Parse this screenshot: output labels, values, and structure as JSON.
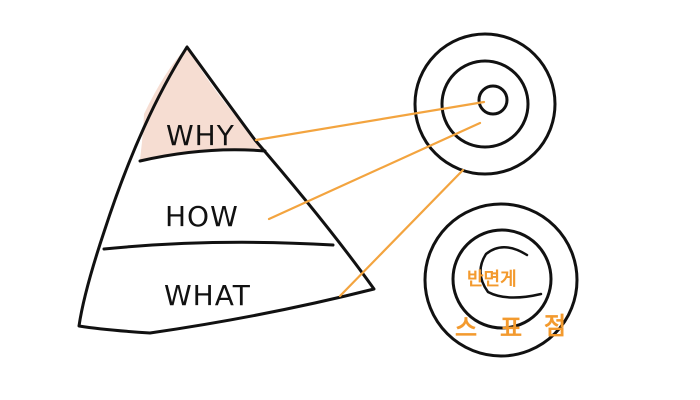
{
  "diagram": {
    "pyramid": {
      "layers": [
        {
          "label": "WHY"
        },
        {
          "label": "HOW"
        },
        {
          "label": "WHAT"
        }
      ]
    },
    "bottom_circle": {
      "center_text": "반면게",
      "outer_text": [
        "스",
        "표",
        "점"
      ]
    },
    "colors": {
      "connector": "#f3a43f",
      "why_fill": "#f6ddd2",
      "korean_text": "#f39a2e",
      "ink": "#111111"
    }
  }
}
